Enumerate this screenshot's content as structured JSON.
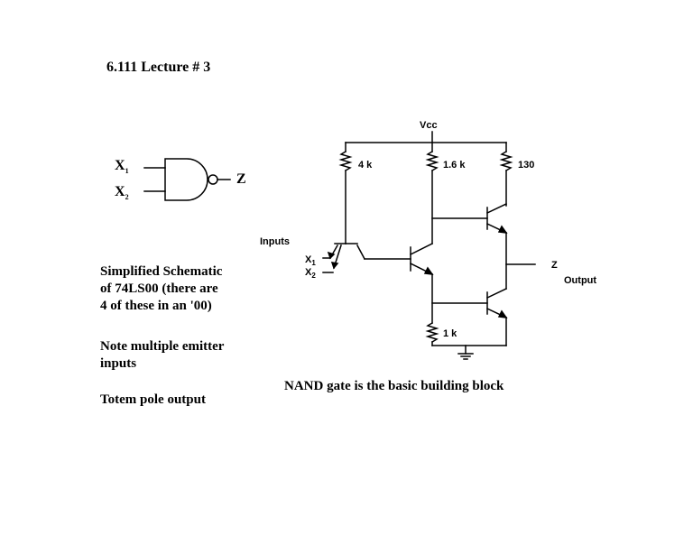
{
  "slide": {
    "title": "6.111 Lecture # 3",
    "notes": [
      [
        "Simplified Schematic",
        "of 74LS00 (there are",
        "4 of these in an '00)"
      ],
      [
        "Note multiple emitter",
        "inputs"
      ],
      [
        "Totem pole output"
      ]
    ],
    "caption": "NAND gate is the basic building block"
  },
  "gate_symbol": {
    "input1": {
      "base": "X",
      "sub": "1"
    },
    "input2": {
      "base": "X",
      "sub": "2"
    },
    "output": "Z"
  },
  "schematic": {
    "supply": "Vcc",
    "r1": "4 k",
    "r2": "1.6 k",
    "r3": "130",
    "r4": "1 k",
    "inputs_label": "Inputs",
    "x1": {
      "base": "X",
      "sub": "1"
    },
    "x2": {
      "base": "X",
      "sub": "2"
    },
    "z": "Z",
    "output_label": "Output"
  }
}
